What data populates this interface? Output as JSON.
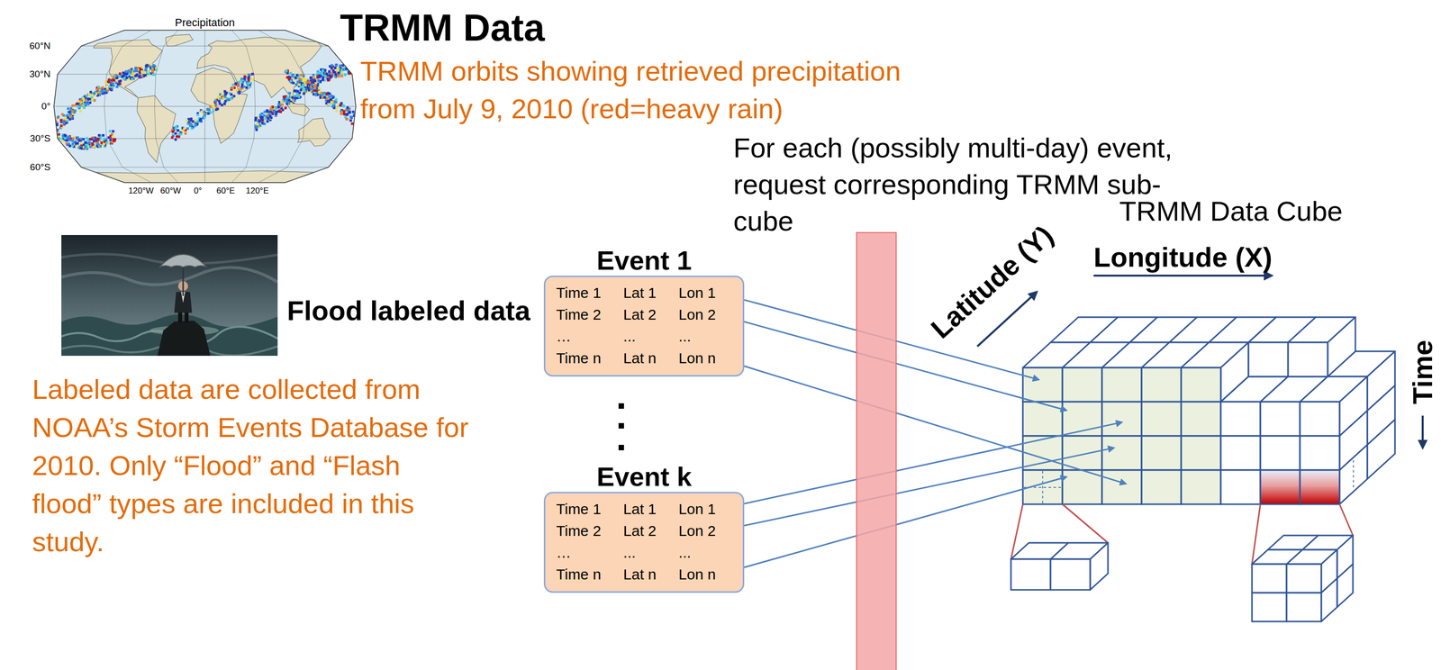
{
  "diagram": {
    "title": "TRMM Data",
    "nodes": [
      {
        "text": [
          "Event 1",
          "Time 1",
          "Lat 1",
          "Lon 1",
          "Time 2",
          "Lat 2",
          "Lon 2",
          "…",
          "...",
          "...",
          "Time n",
          "Lat n",
          "Lon n"
        ]
      },
      {
        "text": [
          "Event k",
          "Time 1",
          "Lat 1",
          "Lon 1",
          "Time 2",
          "Lat 2",
          "Lon 2",
          "…",
          "...",
          "...",
          "Time n",
          "Lat n",
          "Lon n"
        ]
      }
    ],
    "labels": [
      "Precipitation",
      "60°N",
      "30°N",
      "0°",
      "30°S",
      "60°S",
      "120°W",
      "60°W",
      "0°",
      "60°E",
      "120°E",
      "TRMM orbits showing retrieved precipitation from July 9, 2010 (red=heavy rain)",
      "Flood labeled data",
      "Labeled data are collected from NOAA’s Storm Events Database for 2010. Only “Flood” and “Flash flood” types are included in this study.",
      "For each (possibly multi-day) event, request corresponding TRMM sub-cube",
      "TRMM Data Cube",
      "Latitude (Y)",
      "Longitude (X)",
      "Time"
    ]
  }
}
